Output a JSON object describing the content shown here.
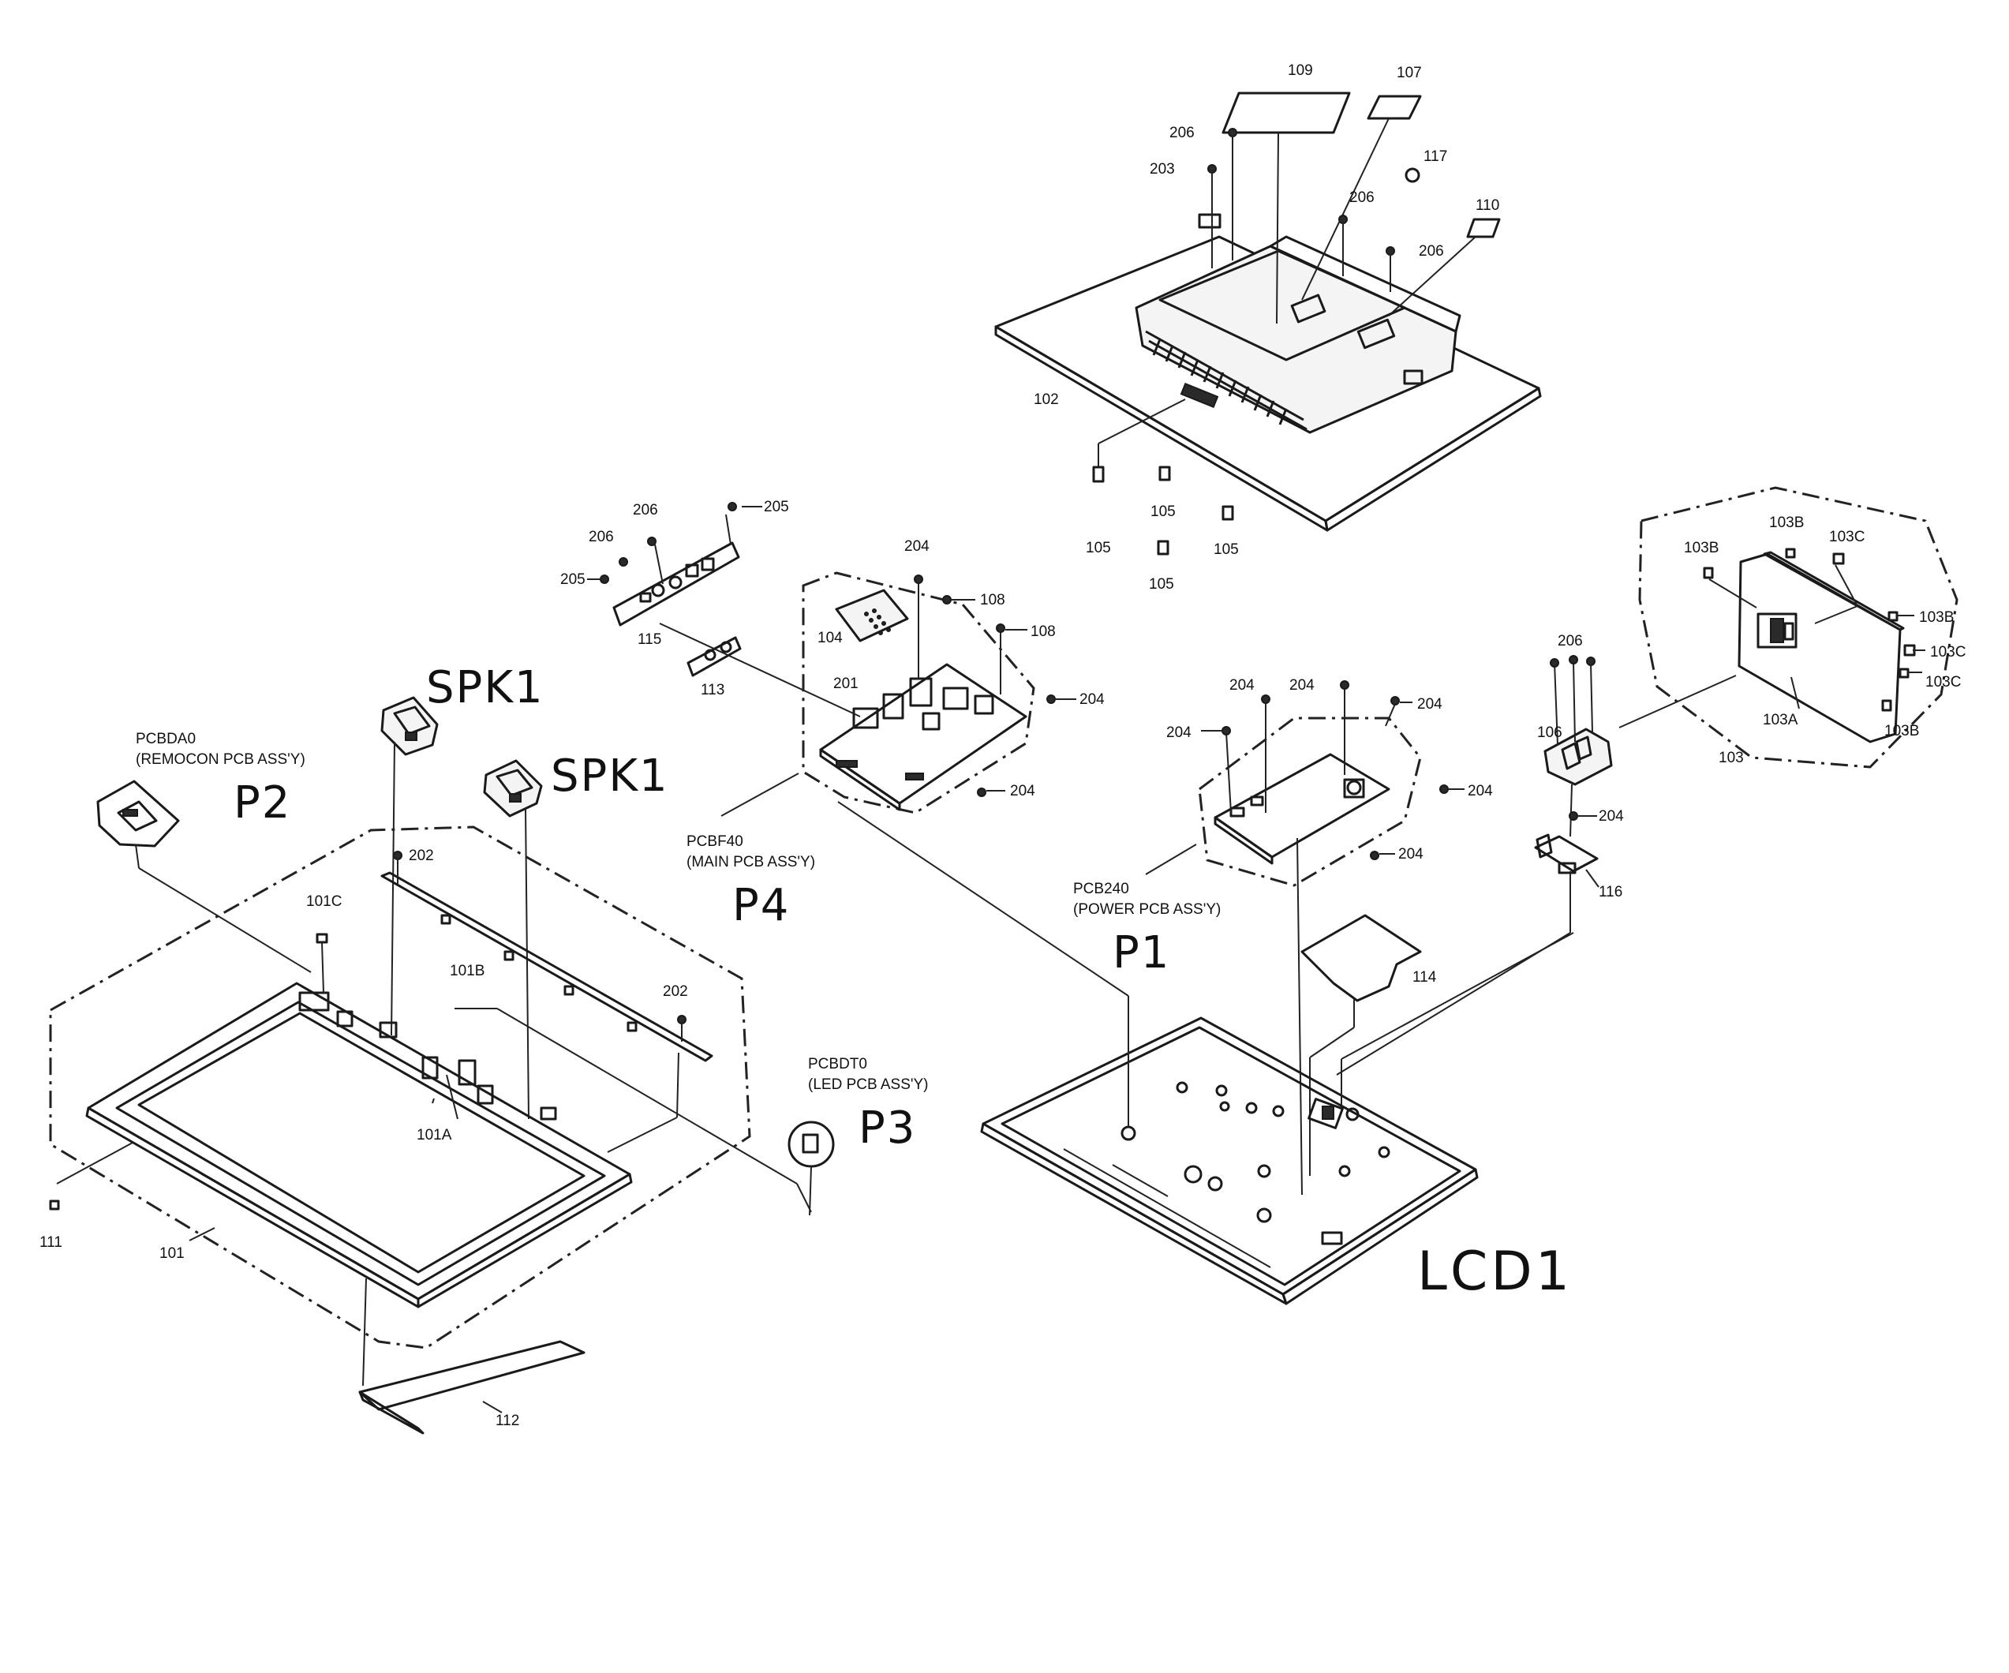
{
  "labels": {
    "l109": "109",
    "l107": "107",
    "l206a": "206",
    "l203": "203",
    "l117": "117",
    "l206b": "206",
    "l110": "110",
    "l206c": "206",
    "l102": "102",
    "l105a": "105",
    "l105b": "105",
    "l105c": "105",
    "l105d": "105",
    "l206d": "206",
    "l205a": "205",
    "l206e": "206",
    "l205b": "205",
    "l115": "115",
    "l113": "113",
    "l204a": "204",
    "l108a": "108",
    "l108b": "108",
    "l104": "104",
    "l201": "201",
    "l204b": "204",
    "l204c": "204",
    "l204d": "204",
    "l204e": "204",
    "l204f": "204",
    "l204g": "204",
    "l204h": "204",
    "l204i": "204",
    "l103b1": "103B",
    "l103b2": "103B",
    "l103c1": "103C",
    "l103b3": "103B",
    "l103c2": "103C",
    "l103c3": "103C",
    "l103a": "103A",
    "l103b4": "103B",
    "l103": "103",
    "l206f": "206",
    "l106": "106",
    "l204j": "204",
    "l116": "116",
    "l202a": "202",
    "l101c": "101C",
    "l101b": "101B",
    "l202b": "202",
    "l101a": "101A",
    "l111": "111",
    "l101": "101",
    "l112": "112",
    "l114": "114"
  },
  "assemblies": {
    "pcbda0_code": "PCBDA0",
    "pcbda0_name": "(REMOCON PCB ASS'Y)",
    "pcbf40_code": "PCBF40",
    "pcbf40_name": "(MAIN PCB ASS'Y)",
    "pcb240_code": "PCB240",
    "pcb240_name": "(POWER PCB ASS'Y)",
    "pcbdt0_code": "PCBDT0",
    "pcbdt0_name": "(LED PCB ASS'Y)"
  },
  "handwritten": {
    "spk1_a": "SPK1",
    "spk1_b": "SPK1",
    "p2": "P2",
    "p4": "P4",
    "p1": "P1",
    "p3": "P3",
    "lcd1": "LCD1"
  }
}
